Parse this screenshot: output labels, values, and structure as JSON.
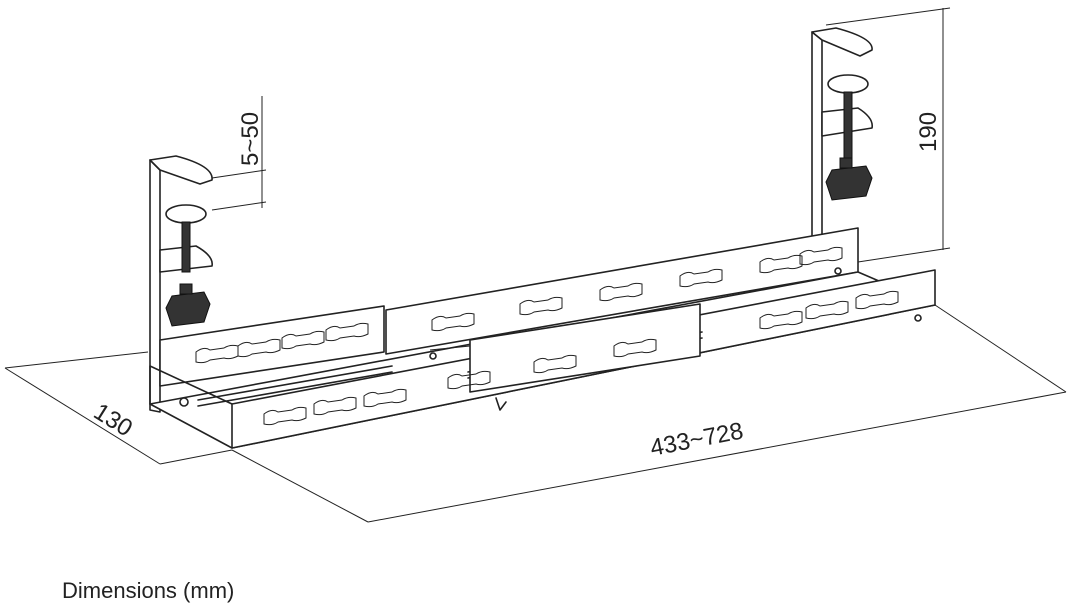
{
  "dimensions": {
    "clamp_range": "5~50",
    "height": "190",
    "depth": "130",
    "length": "433~728"
  },
  "caption": "Dimensions (mm)"
}
